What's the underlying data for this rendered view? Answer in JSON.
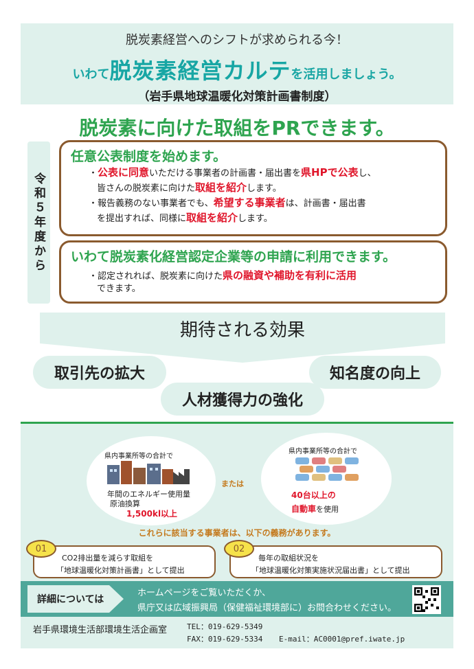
{
  "header": {
    "line1": "脱炭素経営へのシフトが求められる今！",
    "line2_prefix": "いわて",
    "line2_title": "脱炭素経営カルテ",
    "line2_suffix": "を活用しましょう。",
    "line3": "（岩手県地球温暖化対策計画書制度）"
  },
  "pr_heading": "脱炭素に向けた取組をPRできます。",
  "side_tab": "令和５年度から",
  "box1": {
    "title": "任意公表制度を始めます。",
    "b1_pre": "・",
    "b1_red1": "公表に同意",
    "b1_mid": "いただける事業者の計画書・届出書を",
    "b1_red2": "県HPで公表",
    "b1_post": "し、",
    "b1_line2_pre": "皆さんの脱炭素に向けた",
    "b1_line2_red": "取組を紹介",
    "b1_line2_post": "します。",
    "b2_pre": "・報告義務のない事業者でも、",
    "b2_red": "希望する事業者",
    "b2_post": "は、計画書・届出書",
    "b2_line2_pre": "を提出すれば、同様に",
    "b2_line2_red": "取組を紹介",
    "b2_line2_post": "します。"
  },
  "box2": {
    "title": "いわて脱炭素化経営認定企業等の申請に利用できます。",
    "b1_pre": "・認定されれば、脱炭素に向けた",
    "b1_red": "県の融資や補助を有利に活用",
    "b1_line2": "できます。"
  },
  "effects": {
    "title": "期待される効果",
    "pill1": "取引先の拡大",
    "pill2": "知名度の向上",
    "pill3": "人材獲得力の強化"
  },
  "criteria": {
    "left_top": "県内事業所等の合計で",
    "left_mid1": "年間のエネルギー使用量",
    "left_mid2": "原油換算",
    "left_red": "1,500kl以上",
    "or": "または",
    "right_top": "県内事業所等の合計で",
    "right_red1": "40台以上の",
    "right_red2": "自動車",
    "right_post": "を使用",
    "duty": "これらに該当する事業者は、以下の義務があります。"
  },
  "duties": {
    "badge1": "01",
    "d1_line1": "CO2排出量を減らす取組を",
    "d1_line2": "「地球温暖化対策計画書」として提出",
    "badge2": "02",
    "d2_line1": "毎年の取組状況を",
    "d2_line2": "「地球温暖化対策実施状況届出書」として提出"
  },
  "details": {
    "label": "詳細については",
    "line1": "ホームページをご覧いただくか、",
    "line2": "県庁又は広域振興局（保健福祉環境部に）お問合わせください。"
  },
  "footer": {
    "org": "岩手県環境生活部環境生活企画室",
    "tel": "TEL：019-629-5349",
    "fax": "FAX：019-629-5334",
    "email": "E-mail：AC0001@pref.iwate.jp"
  }
}
